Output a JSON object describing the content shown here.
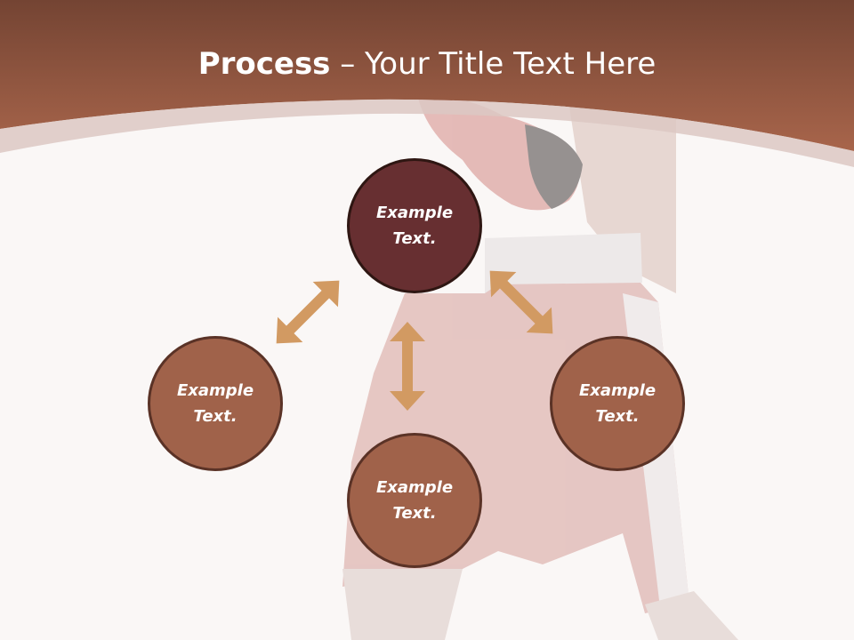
{
  "title": {
    "bold": "Process",
    "rest": " – Your Title Text Here"
  },
  "nodes": [
    {
      "id": "top",
      "text": "Example Text.",
      "color": "#672f31"
    },
    {
      "id": "left",
      "text": "Example Text.",
      "color": "#a0624a"
    },
    {
      "id": "right",
      "text": "Example Text.",
      "color": "#a0624a"
    },
    {
      "id": "bottom",
      "text": "Example Text.",
      "color": "#a0624a"
    }
  ],
  "colors": {
    "header_band": "#8f5440",
    "arrow": "#d29a62",
    "background": "#faf7f6"
  },
  "background_image": "boxer-in-red-shorts-faded"
}
